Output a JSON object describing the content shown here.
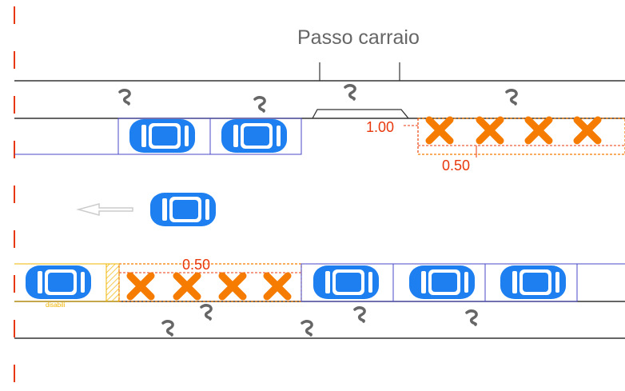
{
  "labels": {
    "driveway": "Passo carraio",
    "dim_top_width": "1.00",
    "dim_top_depth": "0.50",
    "dim_bottom": "0.50",
    "disabled_bay": "disabili"
  },
  "colors": {
    "car": "#1e7ff0",
    "no_parking_x": "#f57c00",
    "dimension": "#e8380d",
    "bay_outline": "#4a4ac8",
    "road_line": "#333333",
    "hatch": "#f0b400",
    "axis_dash": "#e8380d",
    "arrow": "#cccccc"
  },
  "icons": {
    "car": "car-icon",
    "tree": "tree-symbol-icon",
    "no_parking": "no-parking-x-icon",
    "direction": "direction-arrow-icon"
  }
}
